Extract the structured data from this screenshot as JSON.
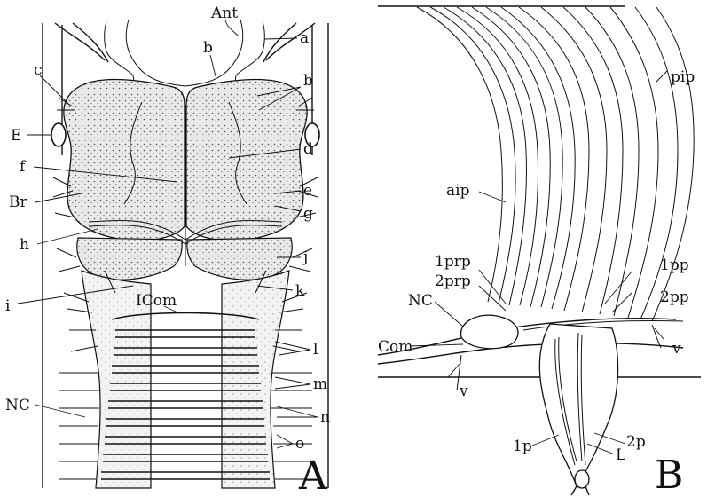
{
  "panels": {
    "A": {
      "panel_label": "A",
      "labels": {
        "ant": "Ant",
        "a": "a",
        "b_top": "b",
        "b_right": "b",
        "c": "c",
        "e_eye": "E",
        "d": "d",
        "f": "f",
        "br": "Br",
        "e": "e",
        "g": "g",
        "h": "h",
        "j": "j",
        "k": "k",
        "i": "i",
        "icom": "ICom",
        "l": "l",
        "m": "m",
        "nc": "NC",
        "n": "n",
        "o": "o"
      }
    },
    "B": {
      "panel_label": "B",
      "labels": {
        "pip": "pip",
        "aip": "aip",
        "prp1": "1prp",
        "prp2": "2prp",
        "pp1": "1pp",
        "pp2": "2pp",
        "nc": "NC",
        "com": "Com",
        "v_left": "v",
        "v_right": "v",
        "p1": "1p",
        "p2": "2p",
        "l": "L"
      }
    }
  }
}
